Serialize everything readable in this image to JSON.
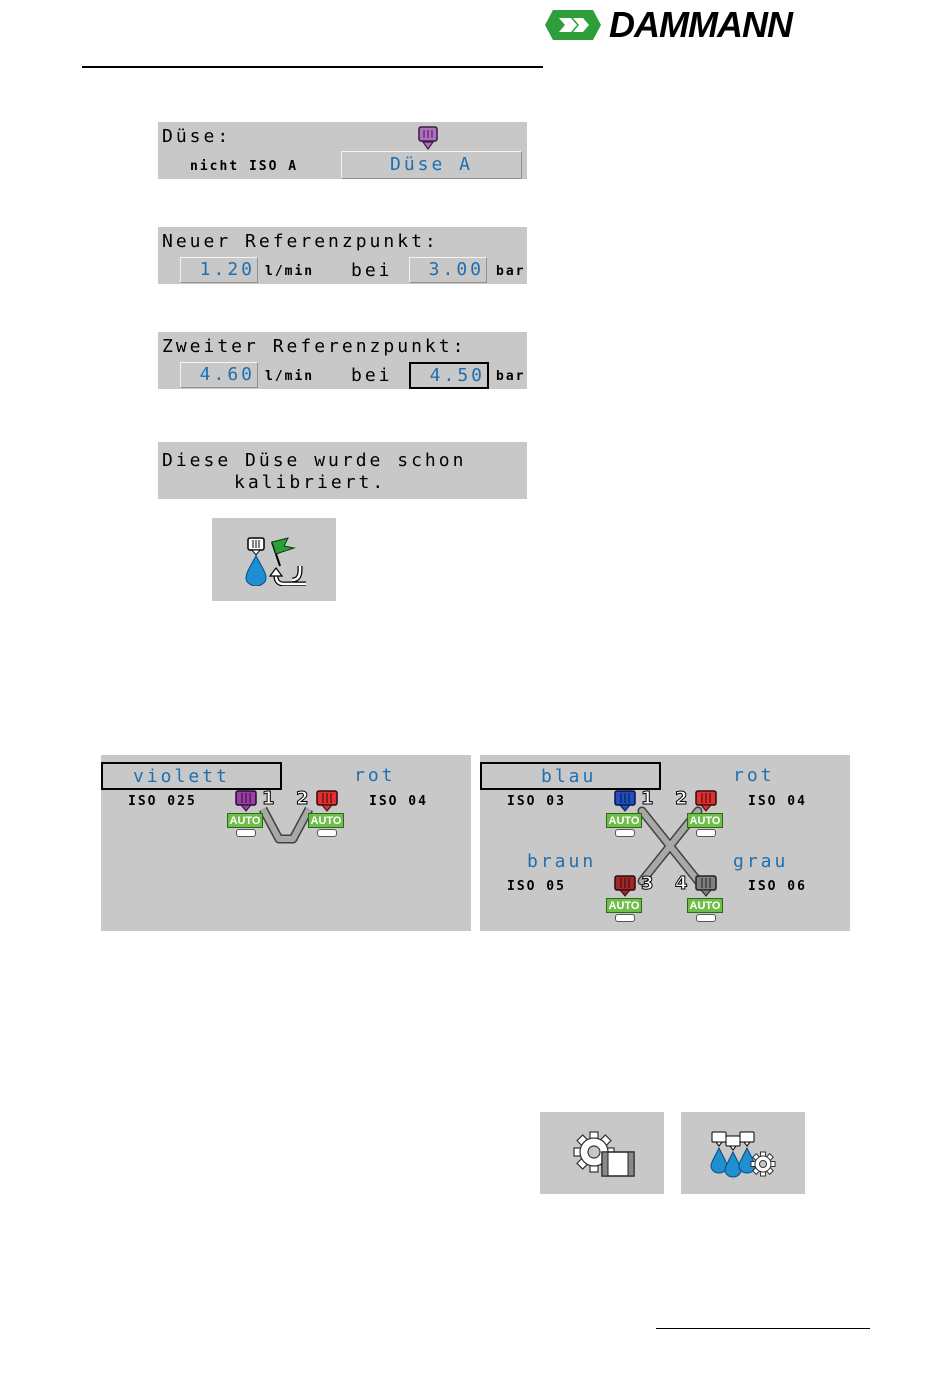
{
  "brand": {
    "name": "DAMMANN",
    "logo_color": "#2e9e3a"
  },
  "nozzle_select": {
    "label": "Düse:",
    "iso_text": "nicht ISO A",
    "value": "Düse A",
    "icon": "nozzle-violet-icon"
  },
  "ref_point_1": {
    "label": "Neuer Referenzpunkt:",
    "flow": "1.20",
    "flow_unit": "l/min",
    "joiner": "bei",
    "pressure": "3.00",
    "pressure_unit": "bar"
  },
  "ref_point_2": {
    "label": "Zweiter Referenzpunkt:",
    "flow": "4.60",
    "flow_unit": "l/min",
    "joiner": "bei",
    "pressure": "4.50",
    "pressure_unit": "bar"
  },
  "message": {
    "line1": "Diese Düse wurde schon",
    "line2": "kalibriert."
  },
  "calibrate_button": {
    "icon": "nozzle-calibrate-flag-return-icon"
  },
  "two_nozzle_panel": {
    "nozzle_1": {
      "name": "violett",
      "iso": "ISO 025",
      "number": "1",
      "badge": "AUTO",
      "color": "#9b3fa6"
    },
    "nozzle_2": {
      "name": "rot",
      "iso": "ISO 04",
      "number": "2",
      "badge": "AUTO",
      "color": "#e03030"
    }
  },
  "four_nozzle_panel": {
    "nozzle_1": {
      "name": "blau",
      "iso": "ISO 03",
      "number": "1",
      "badge": "AUTO",
      "color": "#2050c0"
    },
    "nozzle_2": {
      "name": "rot",
      "iso": "ISO 04",
      "number": "2",
      "badge": "AUTO",
      "color": "#e03030"
    },
    "nozzle_3": {
      "name": "braun",
      "iso": "ISO 05",
      "number": "3",
      "badge": "AUTO",
      "color": "#a02828"
    },
    "nozzle_4": {
      "name": "grau",
      "iso": "ISO 06",
      "number": "4",
      "badge": "AUTO",
      "color": "#808080"
    }
  },
  "settings_buttons": [
    {
      "icon": "gear-settings-icon"
    },
    {
      "icon": "nozzles-gear-icon"
    }
  ]
}
